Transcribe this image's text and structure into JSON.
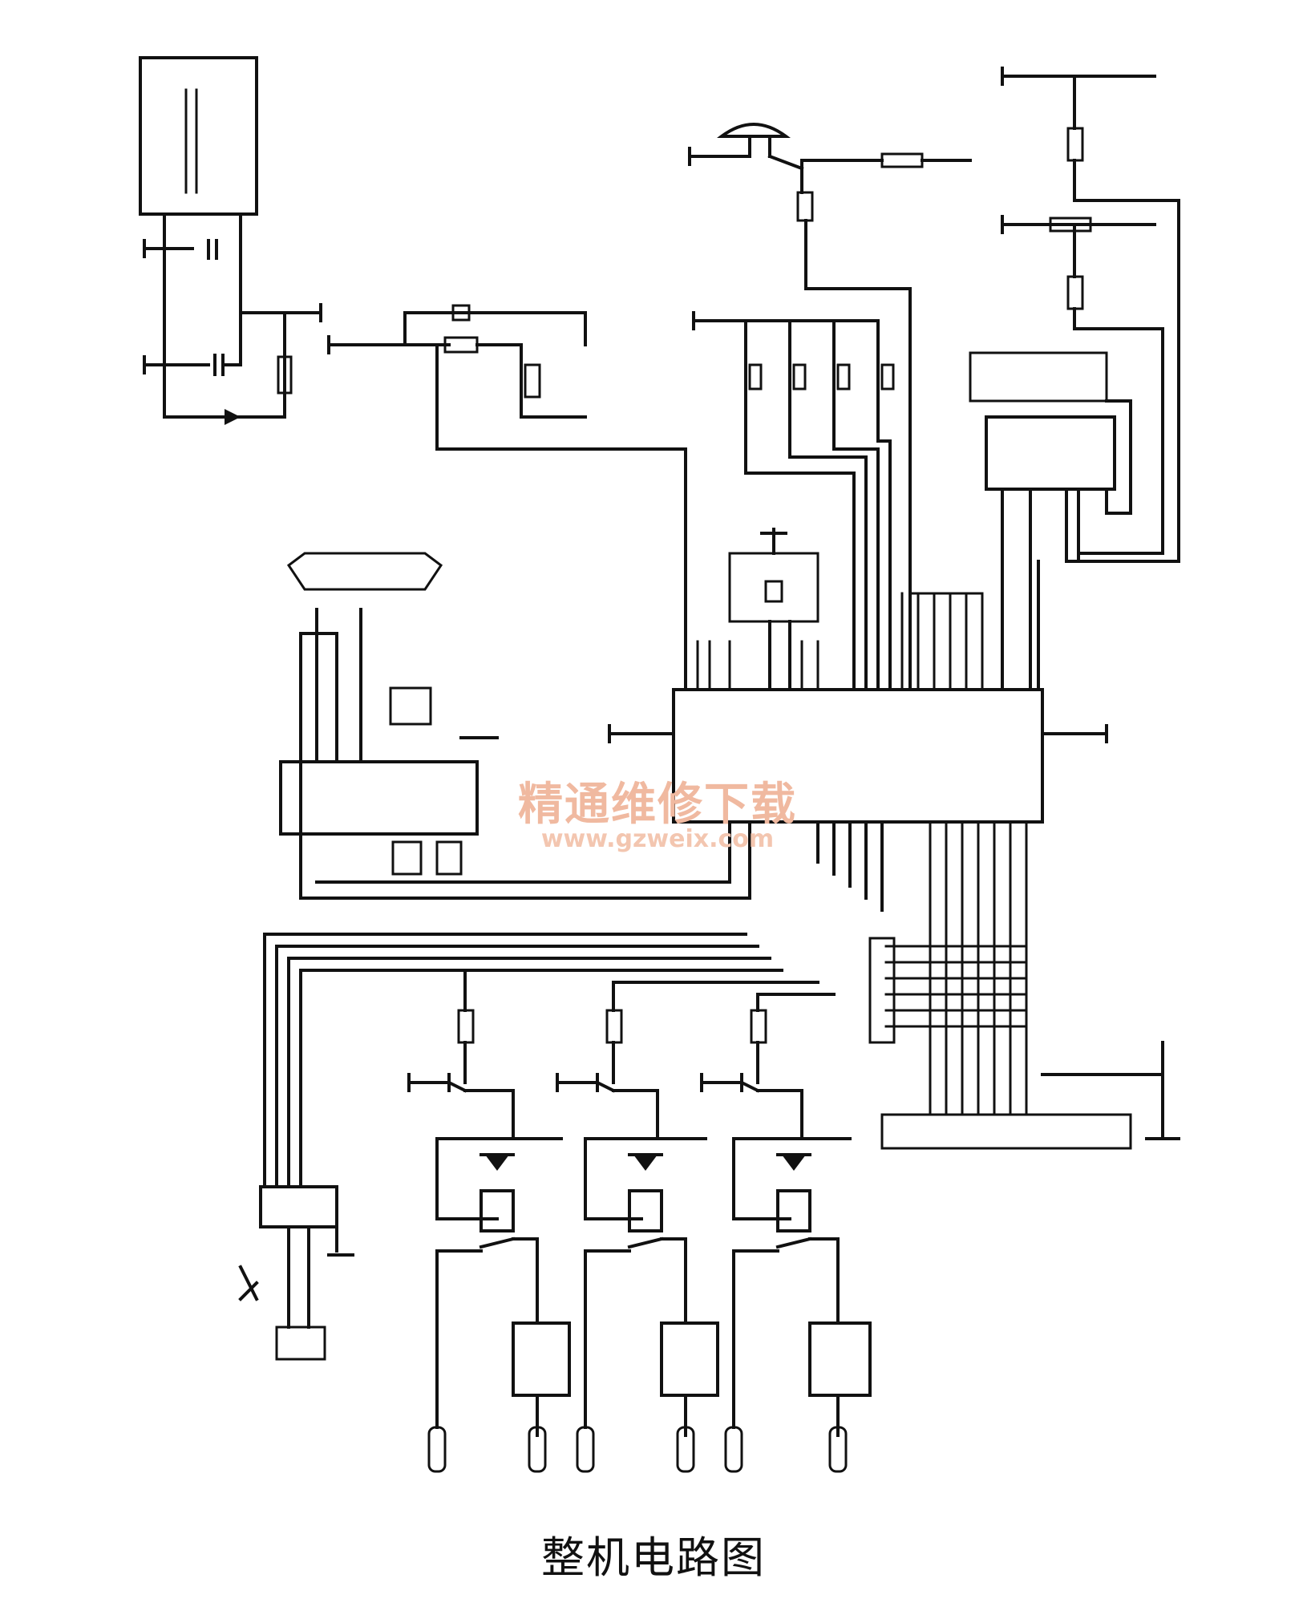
{
  "caption": "整机电路图",
  "watermark": {
    "site_name": "精通维修下载",
    "url": "www.gzweix.com"
  },
  "colors": {
    "ink": "#111111",
    "watermark": "#f0b9a0",
    "background": "#ffffff"
  }
}
